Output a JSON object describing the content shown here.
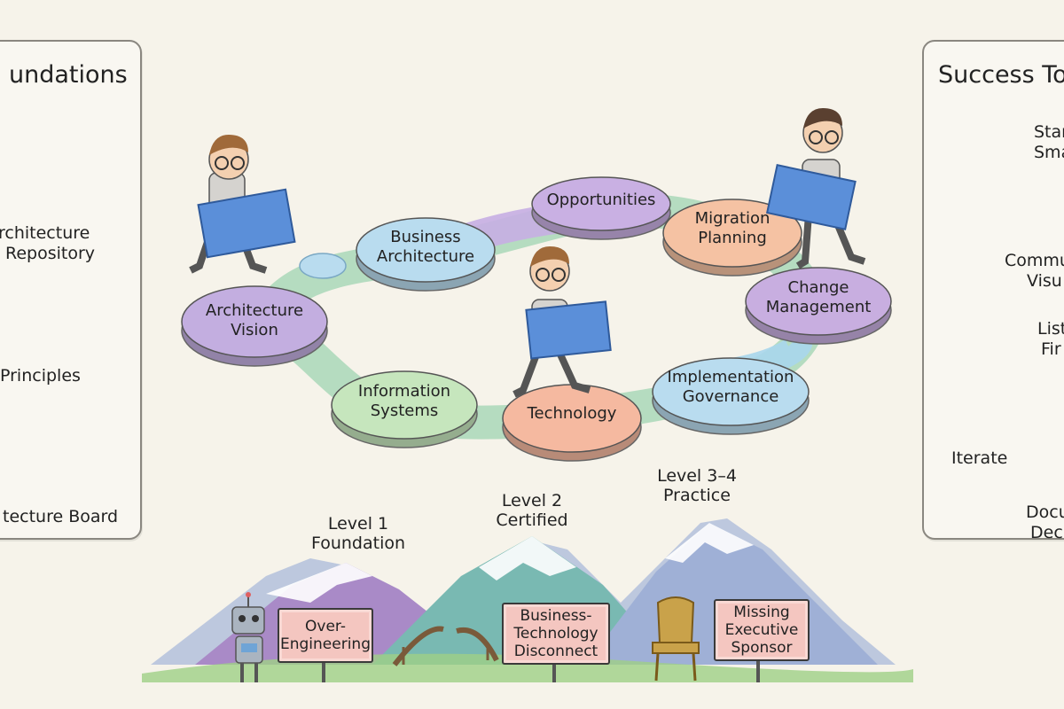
{
  "left_panel": {
    "title": "undations",
    "items": [
      {
        "label_line1": "rchitecture",
        "label_line2": "Repository",
        "icon": "treasure-chest-icon"
      },
      {
        "label": "Principles",
        "icon": "scroll-quill-icon"
      },
      {
        "label": "tecture Board",
        "icon": "meeting-table-icon"
      }
    ]
  },
  "right_panel": {
    "title": "Success To",
    "items": [
      {
        "line1": "Star",
        "line2": "Sma",
        "icon": "magnifier-icon"
      },
      {
        "line1": "Commu",
        "line2": "Visu",
        "icon": "chat-bubbles-icon"
      },
      {
        "line1": "List",
        "line2": "Fir",
        "icon": "ear-icon"
      },
      {
        "line1": "Iterate",
        "icon": "cycle-arrows-icon"
      },
      {
        "line1": "Docu",
        "line2": "Deci",
        "icon": "notebook-icon"
      }
    ]
  },
  "cycle": {
    "phases": [
      {
        "line1": "Architecture",
        "line2": "Vision",
        "color": "#c3aee0"
      },
      {
        "line1": "Business",
        "line2": "Architecture",
        "color": "#b9dcef"
      },
      {
        "line1": "Opportunities",
        "line2": "",
        "color": "#c9b0e3"
      },
      {
        "line1": "Migration",
        "line2": "Planning",
        "color": "#f5c2a3"
      },
      {
        "line1": "Change",
        "line2": "Management",
        "color": "#c8aee0"
      },
      {
        "line1": "Implementation",
        "line2": "Governance",
        "color": "#b9dcef"
      },
      {
        "line1": "Technology",
        "line2": "",
        "color": "#f5b9a0"
      },
      {
        "line1": "Information",
        "line2": "Systems",
        "color": "#c6e6bd"
      }
    ]
  },
  "levels": [
    {
      "line1": "Level 1",
      "line2": "Foundation"
    },
    {
      "line1": "Level 2",
      "line2": "Certified"
    },
    {
      "line1": "Level 3–4",
      "line2": "Practice"
    }
  ],
  "pitfalls": [
    {
      "line1": "Over-",
      "line2": "Engineering",
      "line3": "",
      "icon": "robot-icon"
    },
    {
      "line1": "Business-",
      "line2": "Technology",
      "line3": "Disconnect",
      "icon": "broken-bridge-icon"
    },
    {
      "line1": "Missing",
      "line2": "Executive",
      "line3": "Sponsor",
      "icon": "empty-chair-icon"
    }
  ],
  "colors": {
    "background": "#f6f3ea",
    "panel_border": "#8a8780",
    "sign_fill": "#f4c6c0",
    "blueprint": "#5b8fd9"
  }
}
